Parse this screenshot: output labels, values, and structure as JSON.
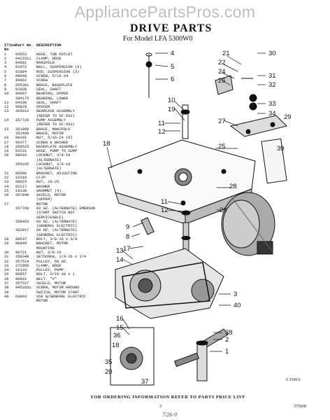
{
  "watermark": "AppliancePartsPros.com",
  "title": "DRIVE PARTS",
  "subtitle": "For Model LFA 5300W0",
  "table_header": {
    "col1": "Illus. No",
    "col2": "Part No",
    "col3": "DESCRIPTION"
  },
  "parts": [
    {
      "no": "1",
      "part": "93653",
      "desc": "HOSE, TUB OUTLET"
    },
    {
      "no": "2",
      "part": "9421511",
      "desc": "CLAMP, HOSE"
    },
    {
      "no": "3",
      "part": "84091",
      "desc": "MANIFOLD"
    },
    {
      "no": "4",
      "part": "91072",
      "desc": "BALL, SUSPENSION (6)"
    },
    {
      "no": "5",
      "part": "92884",
      "desc": "ROD, SUSPENSION (3)"
    },
    {
      "no": "6",
      "part": "98048",
      "desc": "SCREW, 5/16-24"
    },
    {
      "no": "7",
      "part": "90062",
      "desc": "SCREW"
    },
    {
      "no": "8",
      "part": "355301",
      "desc": "BRACE, BASEPLATE"
    },
    {
      "no": "9",
      "part": "91938",
      "desc": "SEAL, SHAFT"
    },
    {
      "no": "10",
      "part": "94097",
      "desc": "BEARING, UPPER"
    },
    {
      "no": "",
      "part": "384175",
      "desc": "BEARING, LOWER"
    },
    {
      "no": "11",
      "part": "94109",
      "desc": "SEAL, SHAFT"
    },
    {
      "no": "12",
      "part": "90829",
      "desc": "SPACER"
    },
    {
      "no": "13",
      "part": "365012",
      "desc": "GEARCASE ASSEMBLY"
    },
    {
      "no": "",
      "part": "",
      "desc": "(REFER TO SF-562)"
    },
    {
      "no": "14",
      "part": "357729",
      "desc": "PUMP ASSEMBLY"
    },
    {
      "no": "",
      "part": "",
      "desc": "(REFER TO SF-563)"
    },
    {
      "no": "15",
      "part": "351900",
      "desc": "BRACE, MANIFOLD"
    },
    {
      "no": "",
      "part": "351499",
      "desc": "BRACE, MOTOR"
    },
    {
      "no": "16",
      "part": "98101",
      "desc": "NUT, 5/16-24 (6)"
    },
    {
      "no": "17",
      "part": "90377",
      "desc": "SCREW & WASHER"
    },
    {
      "no": "18",
      "part": "360525",
      "desc": "BASEPLATE ASSEMBLY"
    },
    {
      "no": "19",
      "part": "92231",
      "desc": "HOSE, PUMP TO SUMP"
    },
    {
      "no": "20",
      "part": "98016",
      "desc": "LOCKNUT, 3/8-16"
    },
    {
      "no": "",
      "part": "",
      "desc": "(ALTERNATE)"
    },
    {
      "no": "",
      "part": "355165",
      "desc": "LOCKNUT, 3/8-16"
    },
    {
      "no": "",
      "part": "",
      "desc": "(ALTERNATE)"
    },
    {
      "no": "21",
      "part": "88586",
      "desc": "BRACKET, ADJUSTING"
    },
    {
      "no": "22",
      "part": "16319",
      "desc": "CLIP"
    },
    {
      "no": "23",
      "part": "98023",
      "desc": "NUT, 10-25"
    },
    {
      "no": "24",
      "part": "92217",
      "desc": "WASHER"
    },
    {
      "no": "25",
      "part": "19138",
      "desc": "GROMMET (4)"
    },
    {
      "no": "26",
      "part": "357849",
      "desc": "SHIELD, MOTOR"
    },
    {
      "no": "",
      "part": "",
      "desc": "(UPPER)"
    },
    {
      "no": "27",
      "part": "",
      "desc": "MOTOR"
    },
    {
      "no": "",
      "part": "357769",
      "desc": "60 HZ. (ALTERNATE) EMERSON"
    },
    {
      "no": "",
      "part": "",
      "desc": "(START SWITCH NOT"
    },
    {
      "no": "",
      "part": "",
      "desc": "SERVICEABLE)"
    },
    {
      "no": "",
      "part": "358453",
      "desc": "60 HZ. (ALTERNATE)"
    },
    {
      "no": "",
      "part": "",
      "desc": "(GENERAL ELECTRIC)"
    },
    {
      "no": "",
      "part": "362817",
      "desc": "60 HZ. (ALTERNATE)"
    },
    {
      "no": "",
      "part": "",
      "desc": "(GENERAL ELECTRIC)"
    },
    {
      "no": "28",
      "part": "98537",
      "desc": "BOLT, 3/8-16 x 3/4"
    },
    {
      "no": "29",
      "part": "90849",
      "desc": "BRACKET, MOTOR"
    },
    {
      "no": "",
      "part": "",
      "desc": "MOUNTING"
    },
    {
      "no": "30",
      "part": "90721",
      "desc": "NUT, 3/8-16"
    },
    {
      "no": "31",
      "part": "358348",
      "desc": "SETSCREW, 1/4-16 x 1/4"
    },
    {
      "no": "32",
      "part": "357514",
      "desc": "PULLEY, 60 HZ."
    },
    {
      "no": "33",
      "part": "272858",
      "desc": "CLAMP, HOSE"
    },
    {
      "no": "34",
      "part": "16133",
      "desc": "PULLEY, PUMP"
    },
    {
      "no": "35",
      "part": "96857",
      "desc": "BOLT, 5/16-18 x 1"
    },
    {
      "no": "36",
      "part": "90601",
      "desc": "BELT, \"V\""
    },
    {
      "no": "37",
      "part": "357527",
      "desc": "SHIELD, MOTOR"
    },
    {
      "no": "38",
      "part": "9452631",
      "desc": "SCREW, MOTOR GROUND"
    },
    {
      "no": "39",
      "part": "",
      "desc": "SWITCH, MOTOR START"
    },
    {
      "no": "40",
      "part": "68993",
      "desc": "USE W/GENERAL ELECTRIC"
    },
    {
      "no": "",
      "part": "",
      "desc": "MOTOR"
    }
  ],
  "callouts": [
    "4",
    "5",
    "6",
    "10",
    "19",
    "11",
    "12",
    "18",
    "9",
    "8",
    "17",
    "11",
    "12",
    "13",
    "14",
    "16",
    "15",
    "36",
    "18",
    "35",
    "20",
    "37",
    "21",
    "22",
    "24",
    "26",
    "30",
    "31",
    "32",
    "33",
    "34",
    "27",
    "25",
    "39",
    "28",
    "23",
    "3",
    "40",
    "38",
    "2",
    "1",
    "29"
  ],
  "figure_number": "A 5506A",
  "footer": "FOR ORDERING INFORMATION REFER TO PARTS PRICE LIST",
  "page_number": "3",
  "page_code": "375668",
  "handwriting": "7/26-9"
}
